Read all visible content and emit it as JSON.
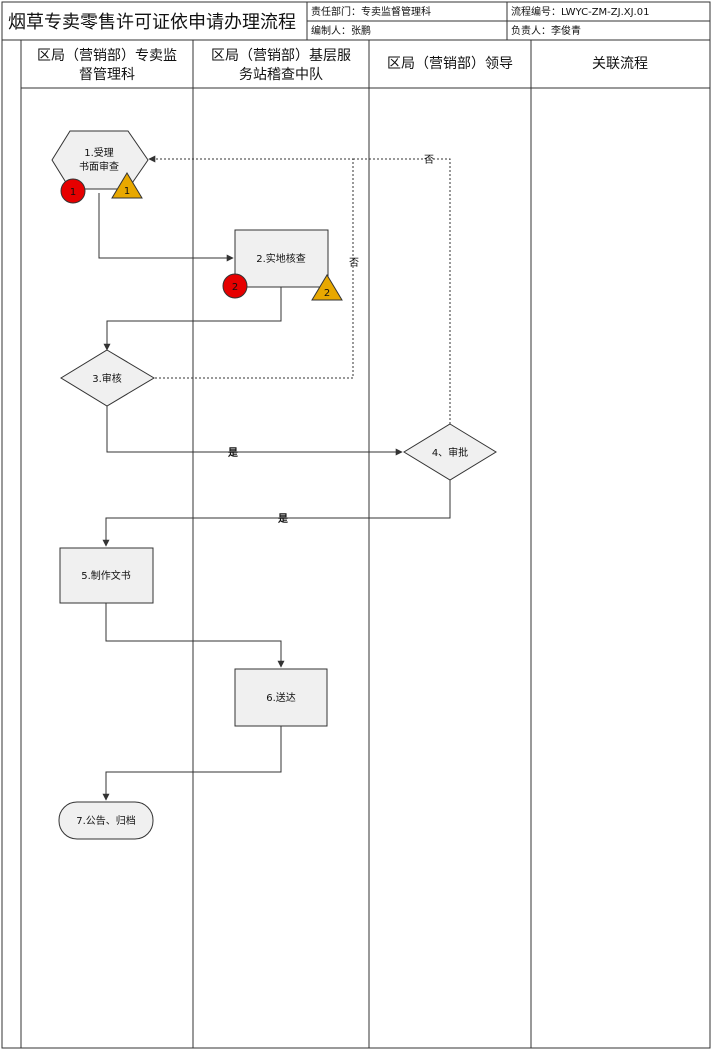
{
  "header": {
    "title": "烟草专卖零售许可证依申请办理流程",
    "dept": "责任部门：专卖监督管理科",
    "code": "流程编号：LWYC-ZM-ZJ.XJ.01",
    "editor": "编制人：张鹏",
    "owner": "负责人：李俊青"
  },
  "lanes": [
    {
      "l1": "区局（营销部）专卖监",
      "l2": "督管理科"
    },
    {
      "l1": "区局（营销部）基层服",
      "l2": "务站稽查中队"
    },
    {
      "l1": "区局（营销部）领导",
      "l2": ""
    },
    {
      "l1": "关联流程",
      "l2": ""
    }
  ],
  "nodes": {
    "n1_l1": "1.受理",
    "n1_l2": "书面审查",
    "n2": "2.实地核查",
    "n3": "3.审核",
    "n4": "4、审批",
    "n5": "5.制作文书",
    "n6": "6.送达",
    "n7": "7.公告、归档"
  },
  "markers": {
    "risk_1": "1",
    "warn_1": "1",
    "risk_2": "2",
    "warn_2": "2"
  },
  "labels": {
    "no_top": "否",
    "no_side": "否",
    "yes_1": "是",
    "yes_2": "是"
  },
  "colors": {
    "risk": "#e60000",
    "warning": "#e8a800",
    "line": "#333333"
  }
}
